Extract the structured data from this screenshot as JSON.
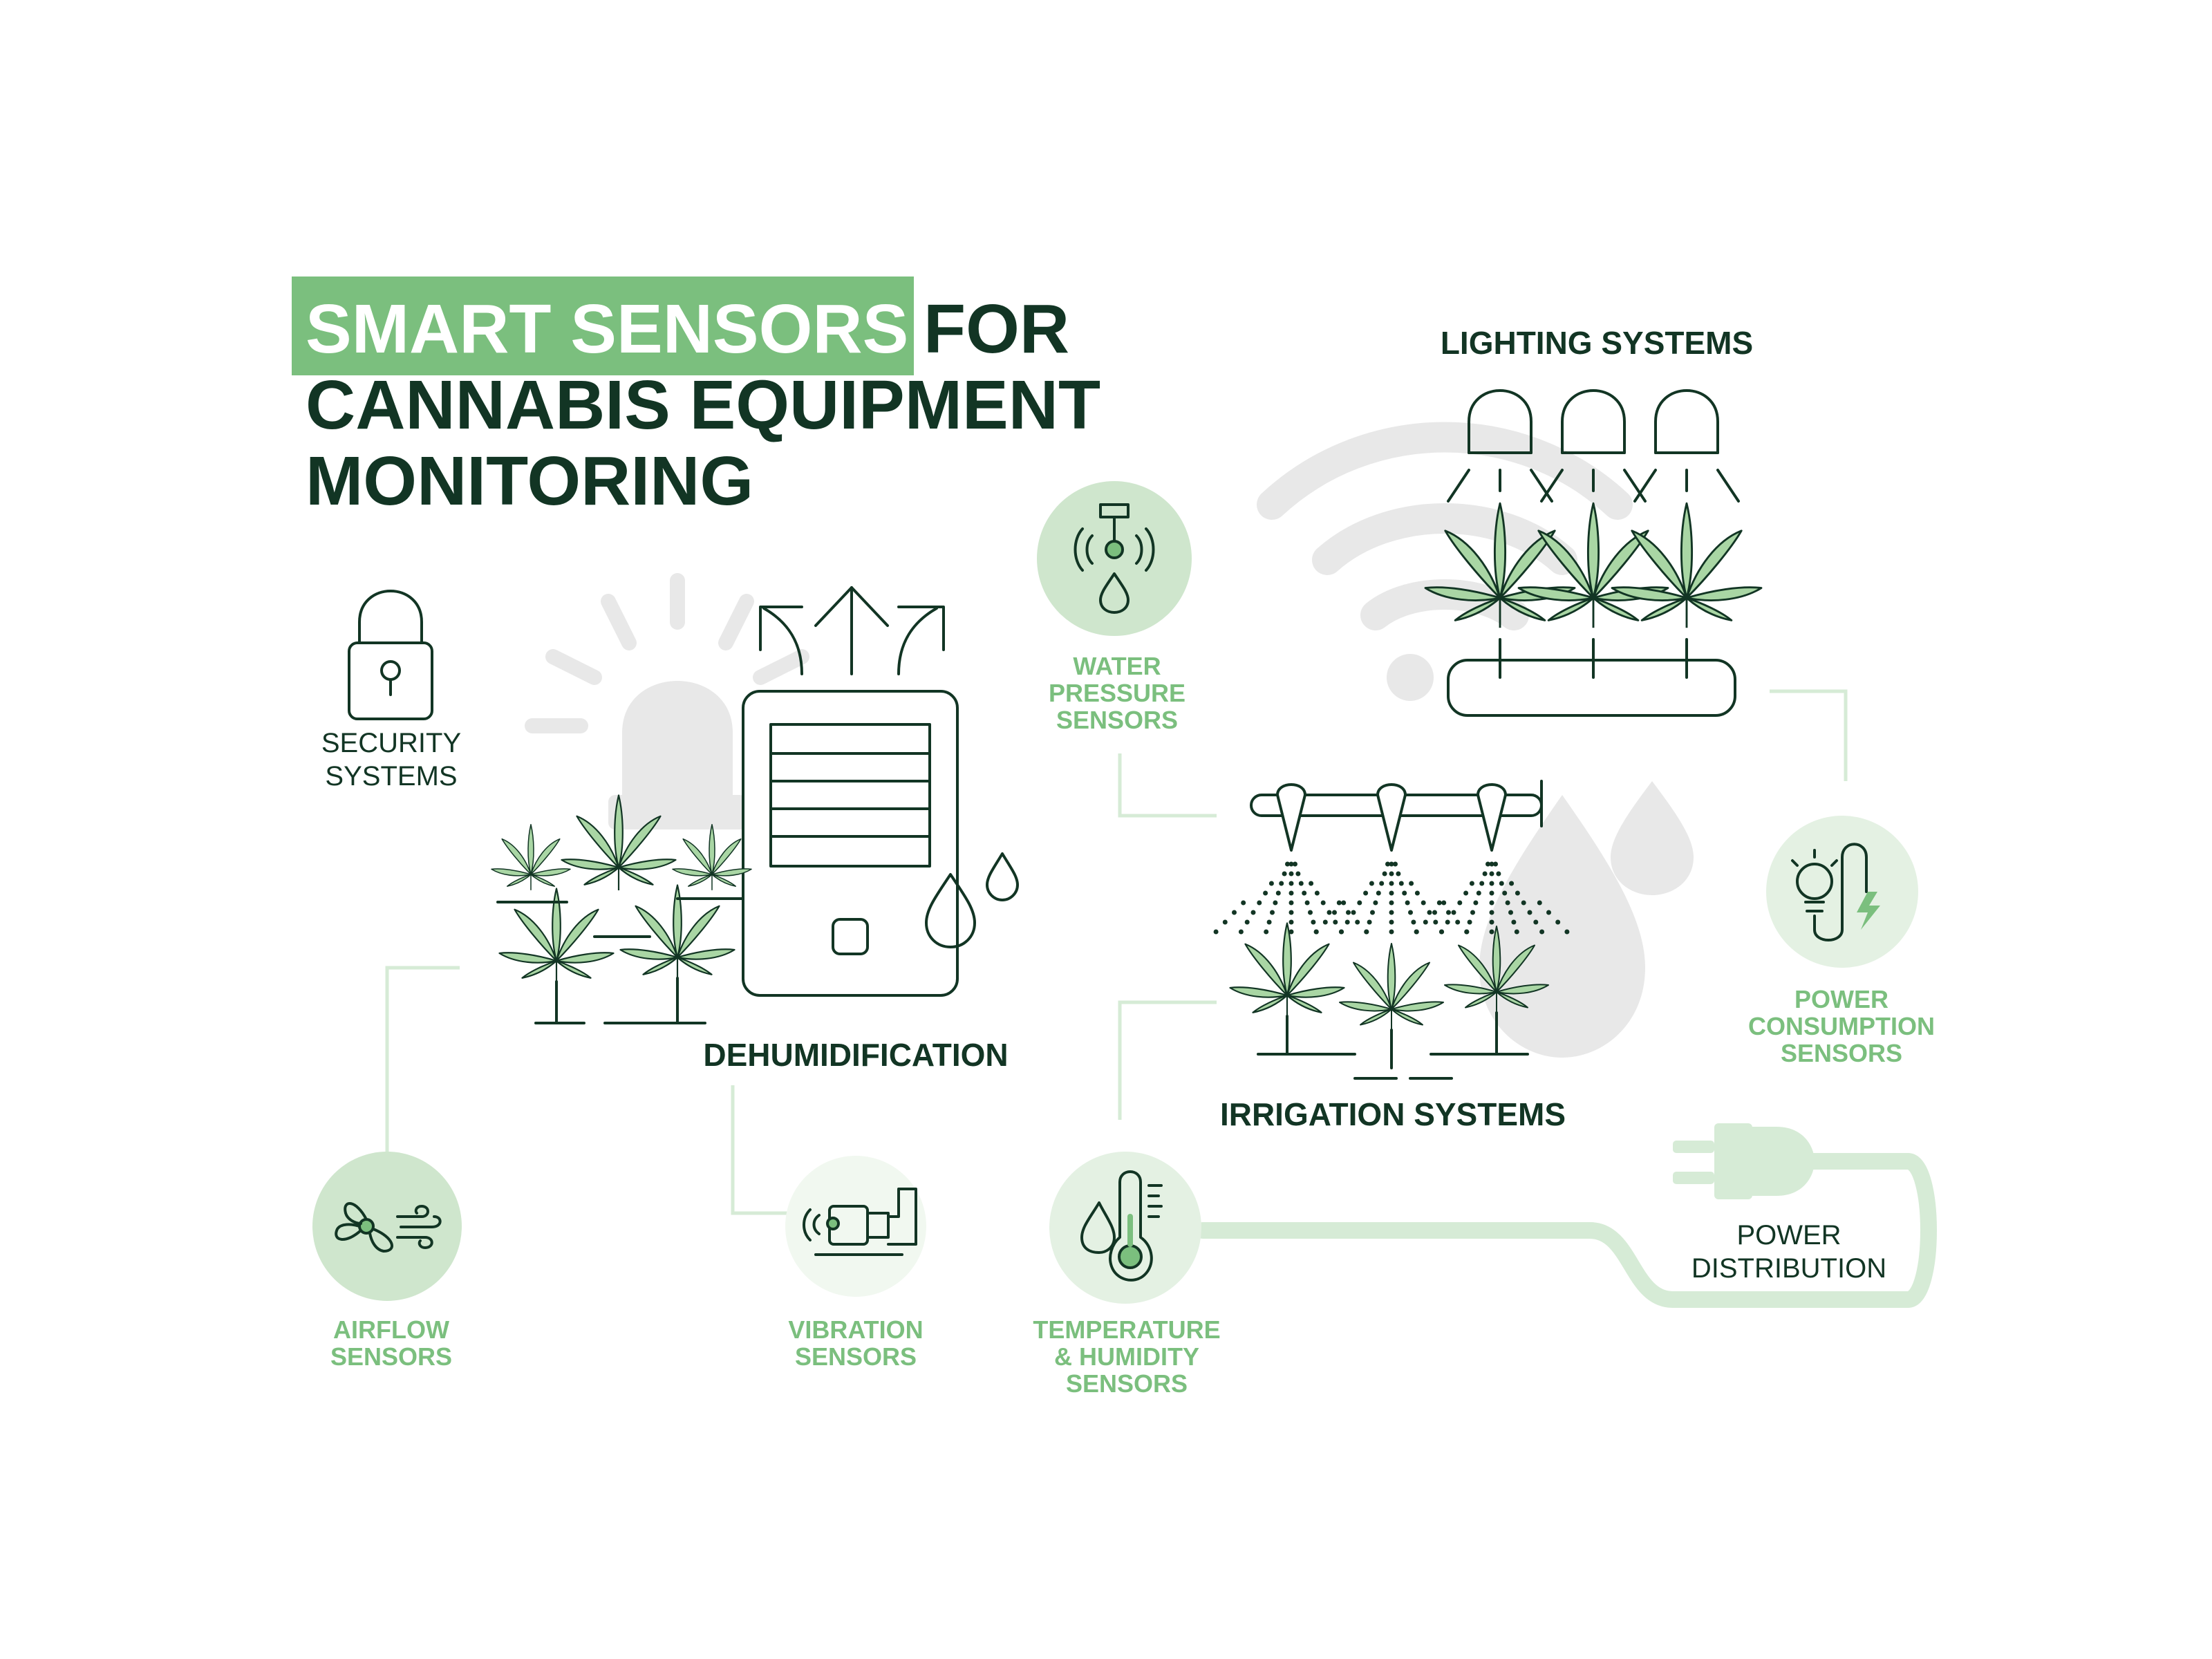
{
  "title": {
    "highlight": "SMART SENSORS",
    "rest1": "FOR",
    "line2": "CANNABIS EQUIPMENT",
    "line3": "MONITORING"
  },
  "systems": {
    "lighting": "LIGHTING SYSTEMS",
    "dehumidification": "DEHUMIDIFICATION",
    "irrigation": "IRRIGATION SYSTEMS",
    "security_1": "SECURITY",
    "security_2": "SYSTEMS",
    "power_dist_1": "POWER",
    "power_dist_2": "DISTRIBUTION"
  },
  "sensors": {
    "water_pressure": [
      "WATER",
      "PRESSURE",
      "SENSORS"
    ],
    "power_consumption": [
      "POWER",
      "CONSUMPTION",
      "SENSORS"
    ],
    "airflow": [
      "AIRFLOW",
      "SENSORS"
    ],
    "vibration": [
      "VIBRATION",
      "SENSORS"
    ],
    "temp_humidity": [
      "TEMPERATURE",
      "& HUMIDITY",
      "SENSORS"
    ]
  },
  "colors": {
    "dark_green": "#123524",
    "accent_green": "#7bbf7e",
    "leaf_green": "#a9d6a4",
    "circle_green": "#cfe6cd",
    "circle_light": "#e4f1e3",
    "connector": "#d6ebd6",
    "ghost_gray": "#e8e8e8"
  },
  "icons": [
    "lock-icon",
    "alarm-light-icon",
    "wifi-icon",
    "water-drop-icon",
    "plug-icon",
    "fan-icon",
    "pump-icon",
    "thermometer-icon",
    "bulb-icon",
    "sprinkler-icon",
    "cannabis-leaf-icon",
    "grow-light-icon",
    "dehumidifier-icon"
  ]
}
